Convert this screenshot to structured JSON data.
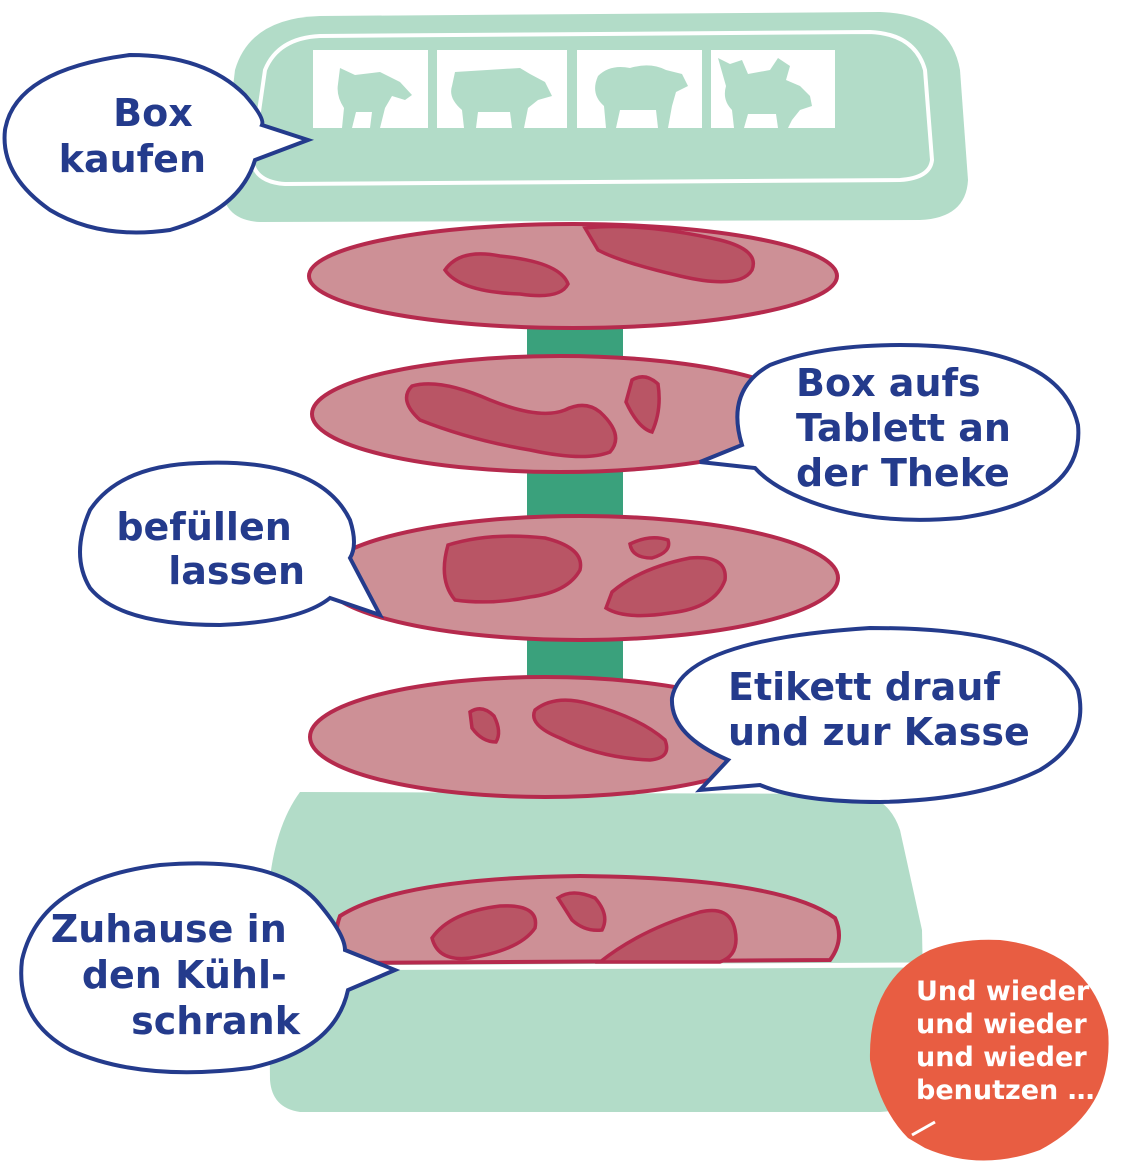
{
  "colors": {
    "tray": "#b2dcc8",
    "tray_outline": "#ffffff",
    "meat_slice": "#cd9096",
    "meat_outline": "#b52a4d",
    "meat_piece": "#b95565",
    "arrow_shaft": "#3aa17c",
    "arrow_head": "#267a5c",
    "bubble_fill": "#ffffff",
    "bubble_outline": "#243b8c",
    "text_blue": "#243b8c",
    "badge": "#e85d42",
    "badge_text": "#ffffff"
  },
  "lid_icons": [
    "cow-icon",
    "pig-icon",
    "sheep-icon",
    "deer-icon"
  ],
  "steps": {
    "buy_box": {
      "lines": [
        "Box",
        "kaufen"
      ]
    },
    "tray_counter": {
      "lines": [
        "Box aufs",
        "Tablett an",
        "der Theke"
      ]
    },
    "fill": {
      "lines": [
        "befüllen",
        "lassen"
      ]
    },
    "label_checkout": {
      "lines": [
        "Etikett drauf",
        "und zur Kasse"
      ]
    },
    "fridge": {
      "lines": [
        "Zuhause in",
        "den Kühl-",
        "schrank"
      ]
    }
  },
  "reuse_badge": {
    "lines": [
      "Und wieder",
      "und wieder",
      "und wieder",
      "benutzen …"
    ]
  }
}
